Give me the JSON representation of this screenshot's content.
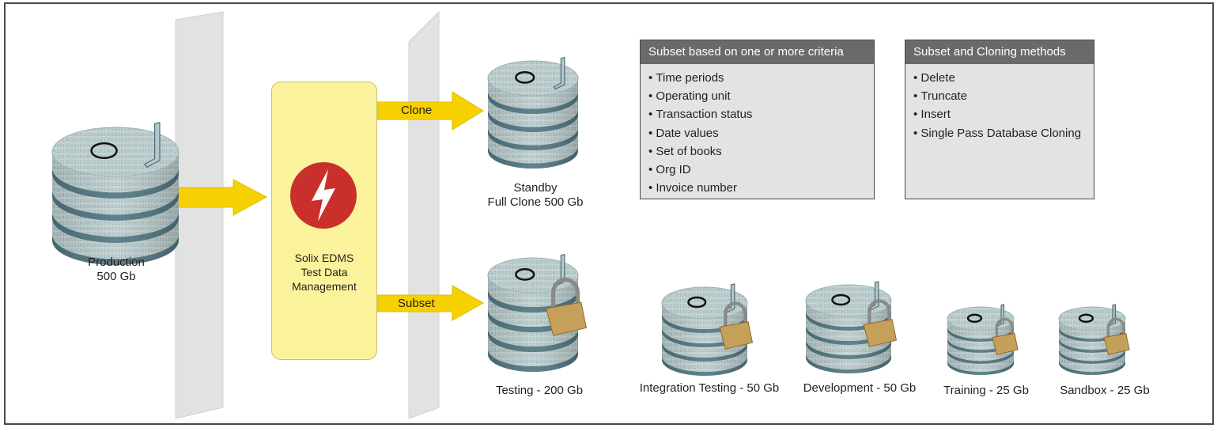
{
  "source": {
    "label_line1": "Production",
    "label_line2": "500 Gb"
  },
  "tool": {
    "line1": "Solix EDMS",
    "line2": "Test Data",
    "line3": "Management",
    "logo_icon": "lightning-bolt-icon",
    "logo_color": "#c9302c"
  },
  "arrows": {
    "clone_label": "Clone",
    "subset_label": "Subset",
    "color": "#f6d000"
  },
  "standby": {
    "label_line1": "Standby",
    "label_line2": "Full Clone 500 Gb"
  },
  "criteria_box": {
    "title": "Subset based on one or more criteria",
    "items": [
      "Time periods",
      "Operating unit",
      "Transaction status",
      "Date values",
      "Set of books",
      "Org ID",
      "Invoice number"
    ]
  },
  "methods_box": {
    "title": "Subset and Cloning methods",
    "items": [
      "Delete",
      "Truncate",
      "Insert",
      "Single Pass Database Cloning"
    ]
  },
  "targets": [
    {
      "label": "Testing - 200 Gb"
    },
    {
      "label": "Integration Testing - 50 Gb"
    },
    {
      "label": "Development - 50 Gb"
    },
    {
      "label": "Training - 25 Gb"
    },
    {
      "label": "Sandbox - 25 Gb"
    }
  ],
  "colors": {
    "disk_top": "#c3d3d3",
    "disk_band": "#4f7480",
    "panel": "#e2e2e2",
    "lock_body": "#c4a05a"
  }
}
